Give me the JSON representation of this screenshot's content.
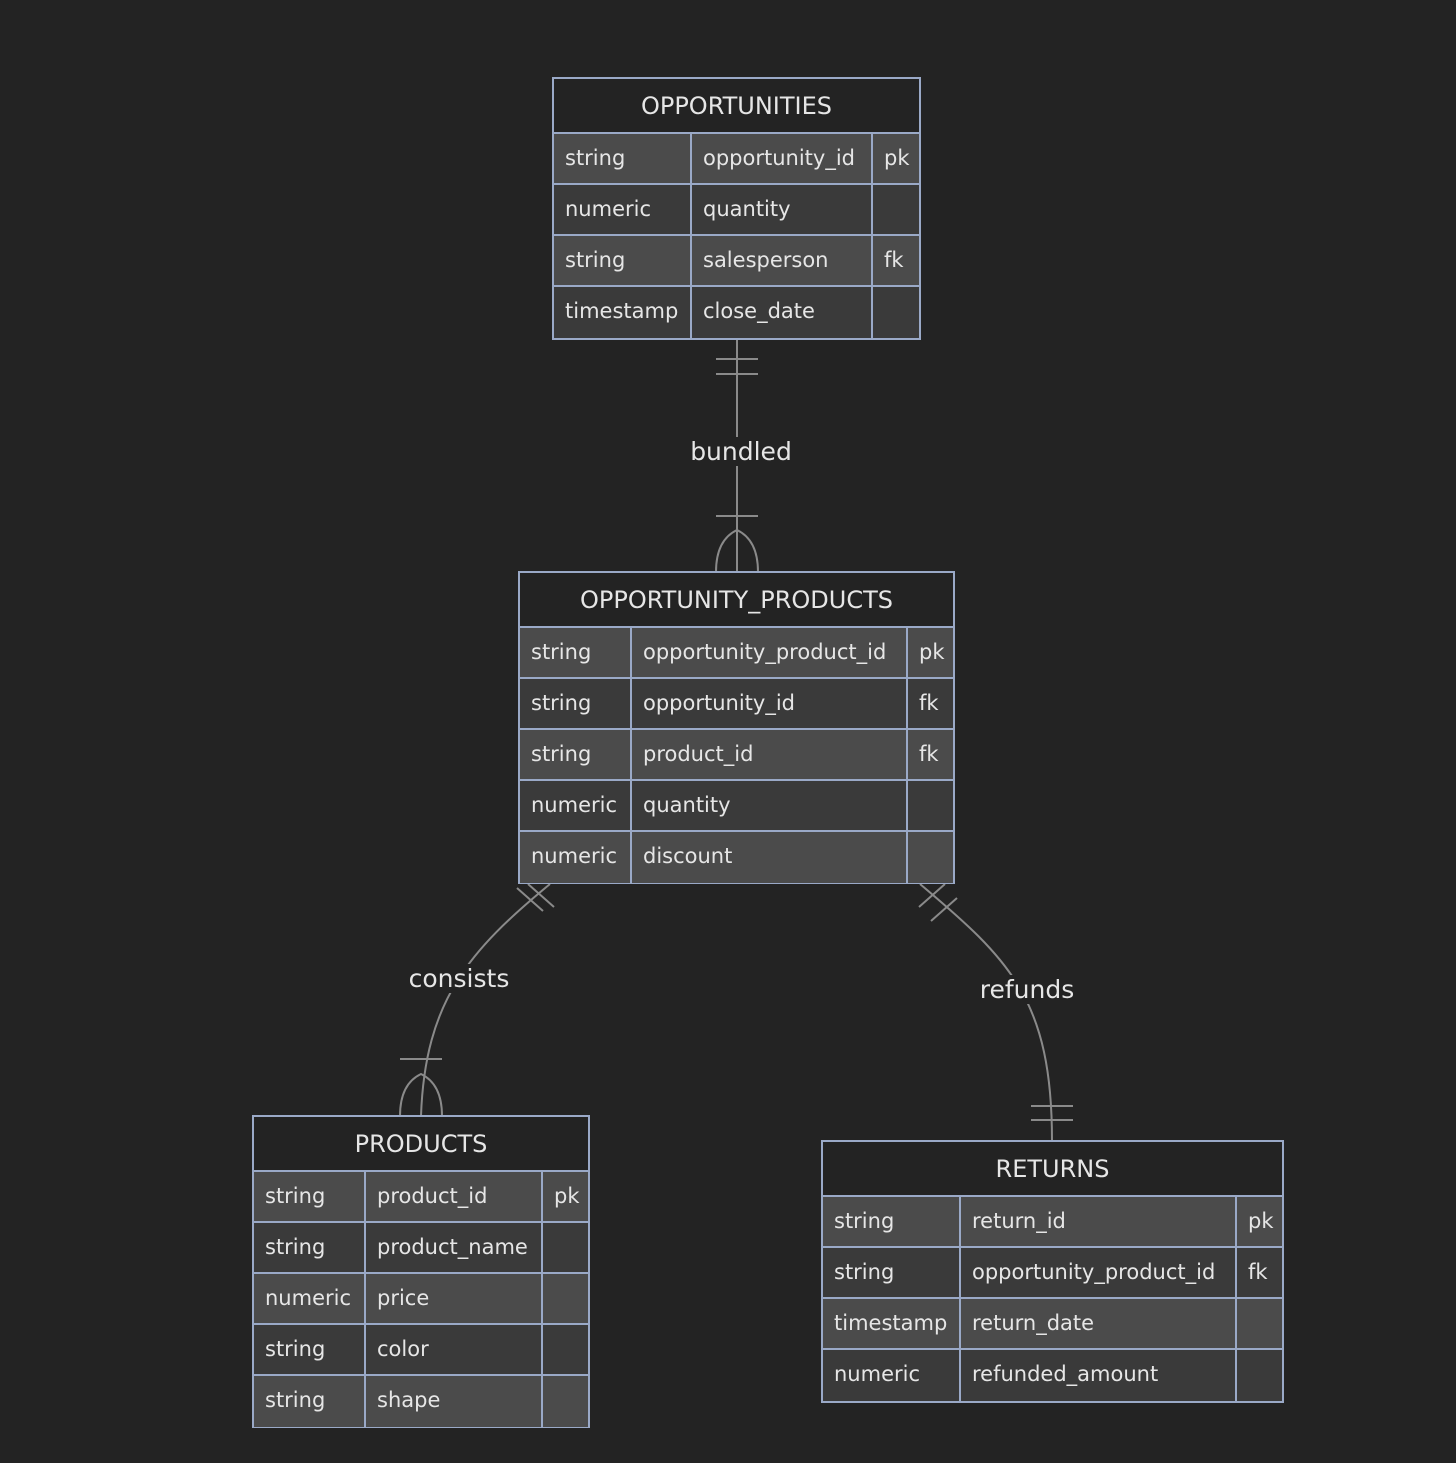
{
  "entities": {
    "opportunities": {
      "name": "OPPORTUNITIES",
      "attributes": [
        {
          "type": "string",
          "name": "opportunity_id",
          "key": "pk"
        },
        {
          "type": "numeric",
          "name": "quantity",
          "key": ""
        },
        {
          "type": "string",
          "name": "salesperson",
          "key": "fk"
        },
        {
          "type": "timestamp",
          "name": "close_date",
          "key": ""
        }
      ]
    },
    "opportunity_products": {
      "name": "OPPORTUNITY_PRODUCTS",
      "attributes": [
        {
          "type": "string",
          "name": "opportunity_product_id",
          "key": "pk"
        },
        {
          "type": "string",
          "name": "opportunity_id",
          "key": "fk"
        },
        {
          "type": "string",
          "name": "product_id",
          "key": "fk"
        },
        {
          "type": "numeric",
          "name": "quantity",
          "key": ""
        },
        {
          "type": "numeric",
          "name": "discount",
          "key": ""
        }
      ]
    },
    "products": {
      "name": "PRODUCTS",
      "attributes": [
        {
          "type": "string",
          "name": "product_id",
          "key": "pk"
        },
        {
          "type": "string",
          "name": "product_name",
          "key": ""
        },
        {
          "type": "numeric",
          "name": "price",
          "key": ""
        },
        {
          "type": "string",
          "name": "color",
          "key": ""
        },
        {
          "type": "string",
          "name": "shape",
          "key": ""
        }
      ]
    },
    "returns": {
      "name": "RETURNS",
      "attributes": [
        {
          "type": "string",
          "name": "return_id",
          "key": "pk"
        },
        {
          "type": "string",
          "name": "opportunity_product_id",
          "key": "fk"
        },
        {
          "type": "timestamp",
          "name": "return_date",
          "key": ""
        },
        {
          "type": "numeric",
          "name": "refunded_amount",
          "key": ""
        }
      ]
    }
  },
  "relationships": [
    {
      "label": "bundled",
      "from": "OPPORTUNITIES",
      "to": "OPPORTUNITY_PRODUCTS",
      "from_cardinality": "exactly-one",
      "to_cardinality": "one-or-more"
    },
    {
      "label": "consists",
      "from": "OPPORTUNITY_PRODUCTS",
      "to": "PRODUCTS",
      "from_cardinality": "exactly-one",
      "to_cardinality": "one-or-more"
    },
    {
      "label": "refunds",
      "from": "OPPORTUNITY_PRODUCTS",
      "to": "RETURNS",
      "from_cardinality": "exactly-one",
      "to_cardinality": "exactly-one"
    }
  ],
  "colors": {
    "background": "#232323",
    "border": "#9aa9c7",
    "row_odd": "#4b4b4b",
    "row_even": "#3a3a3a",
    "text": "#e6e6e6",
    "edge": "#8a8a8a"
  }
}
